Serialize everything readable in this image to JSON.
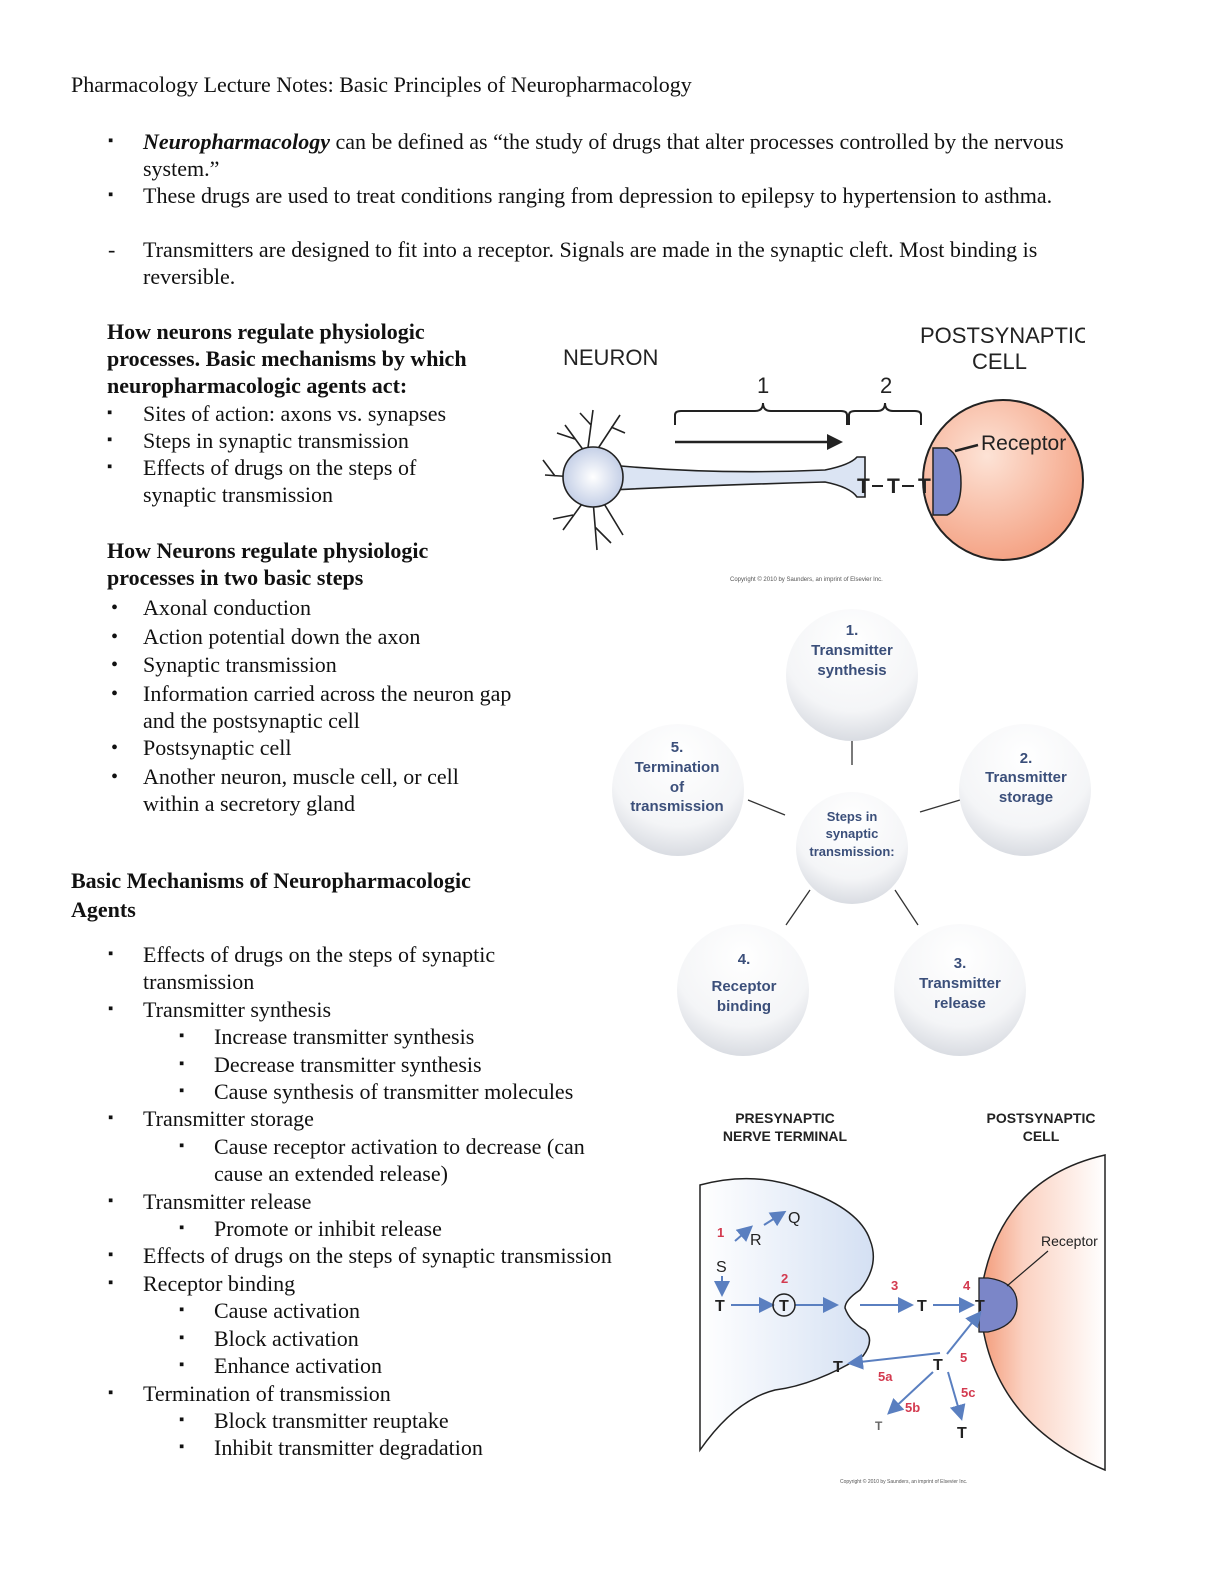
{
  "header": {
    "title": "Pharmacology Lecture Notes: Basic Principles of Neuropharmacology"
  },
  "intro": {
    "def_term": "Neuropharmacology",
    "def_rest_line1": " can be defined as “the study of drugs that alter processes controlled by the nervous",
    "def_rest_line2": "system.”",
    "uses": "These drugs are used to treat conditions ranging from depression to epilepsy to hypertension to asthma.",
    "transmitters_line1": "Transmitters are designed to fit into a receptor. Signals are made in the synaptic cleft. Most binding is",
    "transmitters_line2": "reversible."
  },
  "section1": {
    "heading_lines": [
      "How neurons regulate physiologic",
      "processes. Basic mechanisms by which",
      "neuropharmacologic agents act:"
    ],
    "items": [
      "Sites of action: axons vs. synapses",
      "Steps in synaptic transmission",
      "Effects of drugs on the steps of",
      "synaptic transmission"
    ]
  },
  "section2": {
    "heading_lines": [
      "How Neurons regulate physiologic",
      "processes in two basic steps"
    ],
    "items": [
      "Axonal conduction",
      "Action potential down the axon",
      "Synaptic transmission",
      "Information carried across the neuron gap",
      "and the postsynaptic cell",
      "Postsynaptic cell",
      "Another neuron, muscle cell, or cell",
      "within a secretory gland"
    ]
  },
  "section3": {
    "heading_lines": [
      "Basic Mechanisms of Neuropharmacologic",
      "Agents"
    ],
    "items": [
      "Effects of drugs on the steps of synaptic",
      "transmission",
      "Transmitter synthesis",
      "Increase transmitter synthesis",
      "Decrease transmitter synthesis",
      "Cause synthesis of transmitter molecules",
      "Transmitter storage",
      "Cause receptor activation to decrease (can",
      "cause an extended release)",
      "Transmitter release",
      "Promote or inhibit release",
      "Effects of drugs on the steps of synaptic transmission",
      "Receptor binding",
      "Cause activation",
      "Block activation",
      "Enhance activation",
      "Termination of transmission",
      "Block transmitter reuptake",
      "Inhibit transmitter degradation"
    ]
  },
  "figure1": {
    "neuron_label": "NEURON",
    "post_label_line1": "POSTSYNAPTIC",
    "post_label_line2": "CELL",
    "bracket1": "1",
    "bracket2": "2",
    "receptor_label": "Receptor",
    "transmitter": "T",
    "copyright": "Copyright © 2010 by Saunders, an imprint of Elsevier Inc."
  },
  "figure2": {
    "center_lines": [
      "Steps in",
      "synaptic",
      "transmission:"
    ],
    "step1": [
      "1.",
      "Transmitter",
      "synthesis"
    ],
    "step2": [
      "2.",
      "Transmitter",
      "storage"
    ],
    "step3": [
      "3.",
      "Transmitter",
      "release"
    ],
    "step4": [
      "4.",
      "Receptor",
      "binding"
    ],
    "step5": [
      "5.",
      "Termination",
      "of",
      "transmission"
    ],
    "text_color": "#3b4f7a"
  },
  "figure3": {
    "pre_line1": "PRESYNAPTIC",
    "pre_line2": "NERVE TERMINAL",
    "post_line1": "POSTSYNAPTIC",
    "post_line2": "CELL",
    "receptor_label": "Receptor",
    "nums": {
      "n1": "1",
      "n2": "2",
      "n3": "3",
      "n4": "4",
      "n5": "5",
      "n5a": "5a",
      "n5b": "5b",
      "n5c": "5c"
    },
    "letters": {
      "q": "Q",
      "r": "R",
      "s": "S",
      "t": "T"
    },
    "copyright": "Copyright © 2010 by Saunders, an imprint of Elsevier Inc."
  },
  "colors": {
    "accent_red": "#d33a4f",
    "arrow_blue": "#5a7fc0",
    "pre_fill": "#dfe8f6",
    "post_fill": "#f8b79c",
    "receptor": "#7b86c8"
  }
}
